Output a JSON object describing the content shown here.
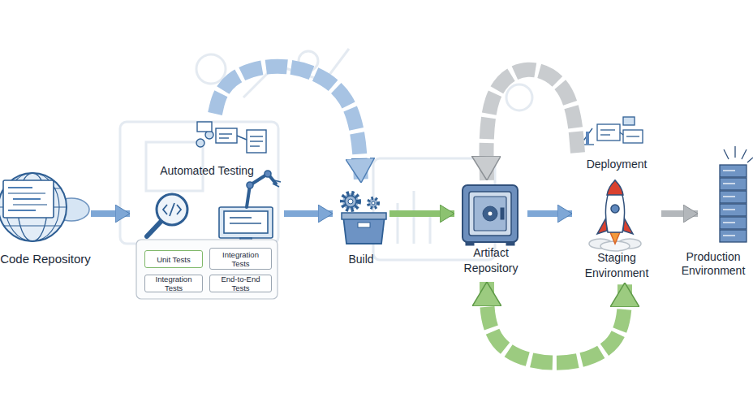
{
  "diagram": {
    "nodes": [
      {
        "text": [
          "Code Repository"
        ]
      },
      {
        "text": [
          "Automated Testing"
        ]
      },
      {
        "text": [
          "Unit Tests"
        ],
        "in": 1
      },
      {
        "text": [
          "Integration Tests"
        ],
        "in": 1
      },
      {
        "text": [
          "Integration Tests"
        ],
        "in": 1
      },
      {
        "text": [
          "End-to-End Tests"
        ],
        "in": 1
      },
      {
        "text": [
          "Build"
        ]
      },
      {
        "text": [
          "Artifact Repository"
        ]
      },
      {
        "text": [
          "Deployment",
          "Staging Environment"
        ]
      },
      {
        "text": [
          "Production Environment"
        ]
      }
    ],
    "edges": [
      {
        "from": 0,
        "to": 1,
        "arrow": "to"
      },
      {
        "from": 1,
        "to": 6,
        "arrow": "to"
      },
      {
        "from": 1,
        "to": 6,
        "arrow": "to"
      },
      {
        "from": 6,
        "to": 7,
        "arrow": "to"
      },
      {
        "from": 7,
        "to": 8,
        "arrow": "to"
      },
      {
        "from": 8,
        "to": 7,
        "arrow": "to"
      },
      {
        "from": 7,
        "to": 8,
        "arrow": "both"
      },
      {
        "from": 8,
        "to": 9,
        "arrow": "to"
      }
    ]
  }
}
